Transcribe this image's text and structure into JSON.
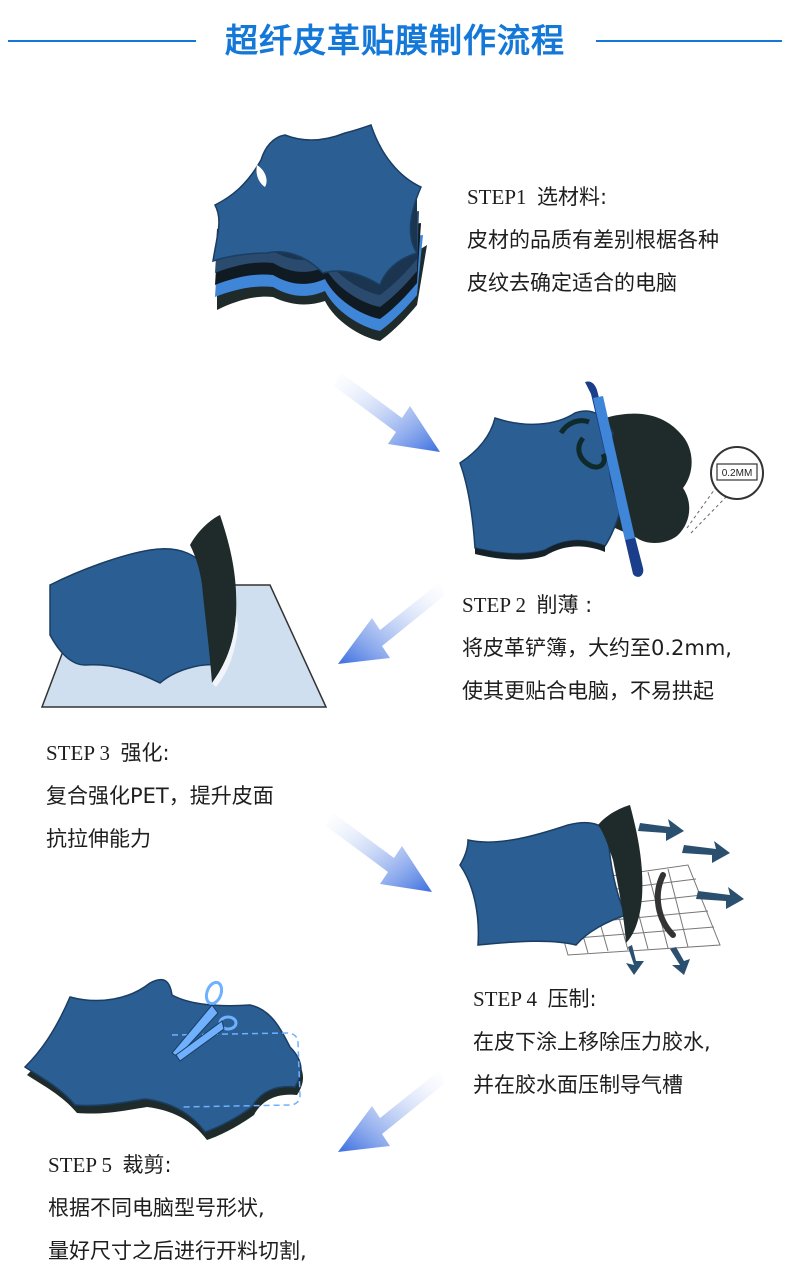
{
  "header": {
    "title": "超纤皮革贴膜制作流程"
  },
  "colors": {
    "accent": "#1478d8",
    "leather_blue": "#2b5e93",
    "leather_dark": "#1e2b2a",
    "leather_light_blue": "#3f86d8",
    "pet_sheet": "#cfdff0",
    "arrow_gradient": [
      "#ffffff",
      "#3a6de0"
    ]
  },
  "steps": [
    {
      "label": "STEP1",
      "name": "选材料:",
      "lines": [
        "皮材的品质有差别根椐各种",
        "皮纹去确定适合的电脑"
      ]
    },
    {
      "label": "STEP 2",
      "name": "削薄 :",
      "lines": [
        "将皮革铲簿，大约至0.2mm,",
        "使其更贴合电脑，不易拱起"
      ]
    },
    {
      "label": "STEP 3",
      "name": "强化:",
      "lines": [
        "复合强化PET，提升皮面",
        "抗拉伸能力"
      ]
    },
    {
      "label": "STEP 4",
      "name": "压制:",
      "lines": [
        "在皮下涂上移除压力胶水,",
        "并在胶水面压制导气槽"
      ]
    },
    {
      "label": "STEP 5",
      "name": "裁剪:",
      "lines": [
        "根据不同电脑型号形状,",
        "量好尺寸之后进行开料切割,"
      ]
    }
  ],
  "illustrations": {
    "thickness_badge": "0.2MM"
  }
}
